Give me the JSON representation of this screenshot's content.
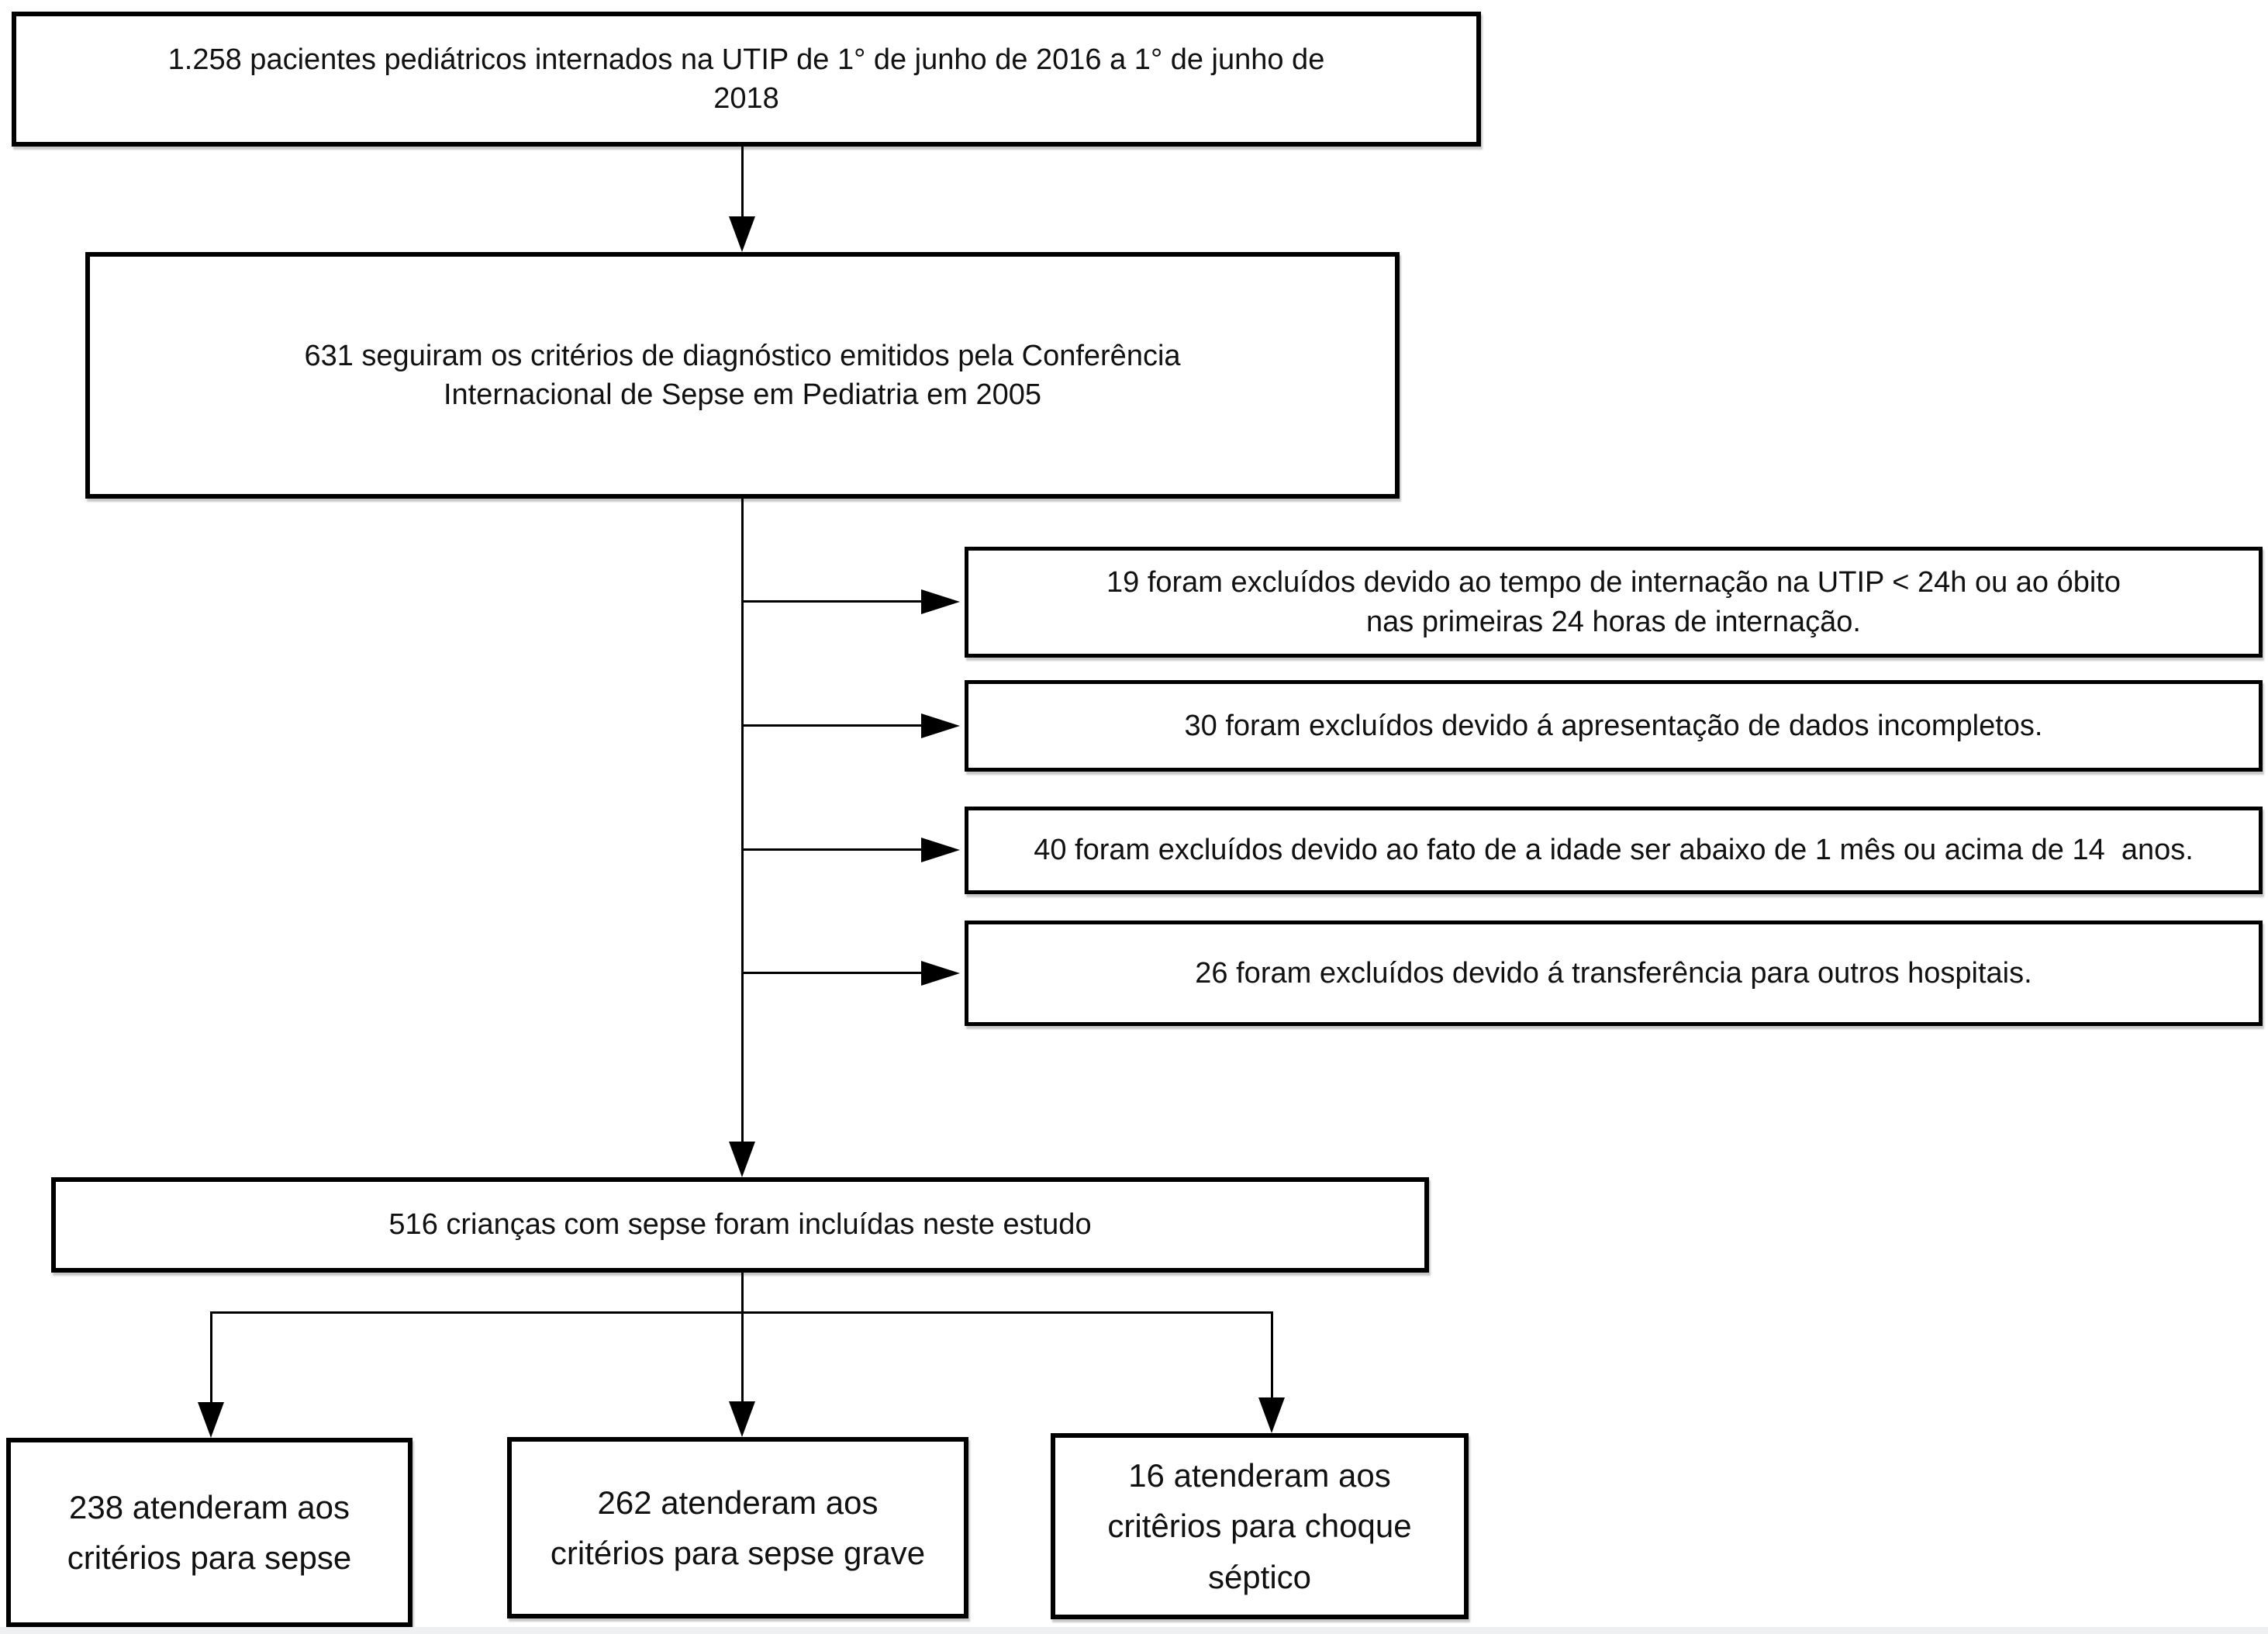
{
  "figure": {
    "type": "flowchart",
    "language": "pt-BR",
    "colors": {
      "line": "#000000",
      "box_background": "#ffffff",
      "page_background": "#ffffff",
      "footer_strip": "#eef0f2"
    },
    "nodes": {
      "total": {
        "lines": [
          "1.258 pacientes pediátricos internados na UTIP de 1° de junho de 2016 a 1° de junho de",
          "2018"
        ]
      },
      "criteria_2005": {
        "lines": [
          "631 seguiram os critérios de diagnóstico emitidos pela Conferência",
          "Internacional de Sepse em Pediatria em 2005"
        ]
      },
      "excluded_24h": {
        "lines": [
          "19 foram excluídos devido ao tempo de internação na UTIP < 24h ou ao óbito",
          "nas primeiras 24 horas de internação."
        ]
      },
      "excluded_incomplete": {
        "lines": [
          "30 foram excluídos devido á apresentação de dados incompletos."
        ]
      },
      "excluded_age": {
        "lines": [
          "40 foram excluídos devido ao fato de a idade ser abaixo de 1 mês ou acima de 14  anos."
        ]
      },
      "excluded_transfer": {
        "lines": [
          "26 foram excluídos devido á transferência para outros hospitais."
        ]
      },
      "included": {
        "lines": [
          "516 crianças com sepse foram incluídas neste estudo"
        ]
      },
      "sepsis": {
        "lines": [
          "238 atenderam aos",
          "critérios para sepse"
        ]
      },
      "severe_sepsis": {
        "lines": [
          "262 atenderam aos",
          "critérios para sepse grave"
        ]
      },
      "septic_shock": {
        "lines": [
          "16 atenderam aos",
          "critêrios para choque",
          "séptico"
        ]
      }
    },
    "edges": [
      {
        "from": "total",
        "to": "criteria_2005"
      },
      {
        "from": "criteria_2005",
        "to": "excluded_24h"
      },
      {
        "from": "criteria_2005",
        "to": "excluded_incomplete"
      },
      {
        "from": "criteria_2005",
        "to": "excluded_age"
      },
      {
        "from": "criteria_2005",
        "to": "excluded_transfer"
      },
      {
        "from": "criteria_2005",
        "to": "included"
      },
      {
        "from": "included",
        "to": "sepsis"
      },
      {
        "from": "included",
        "to": "severe_sepsis"
      },
      {
        "from": "included",
        "to": "septic_shock"
      }
    ]
  }
}
